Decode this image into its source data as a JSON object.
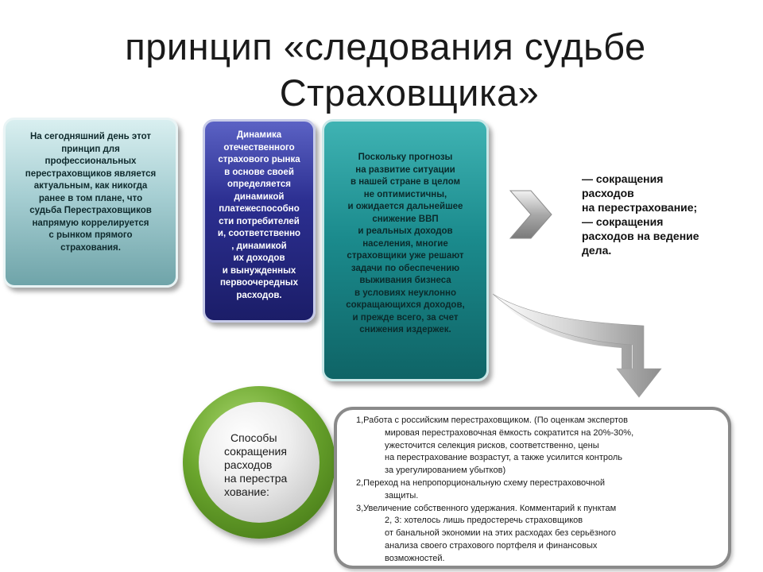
{
  "title": {
    "line1": "принцип «следования судьбе",
    "line2": "Страховщика»"
  },
  "box_left": {
    "lines": [
      "На сегодняшний день этот",
      "принцип для",
      "профессиональных",
      "перестраховщиков является",
      "актуальным, как никогда",
      "ранее в том плане, что",
      "судьба Перестраховщиков",
      "напрямую коррелируется",
      "с рынком прямого",
      "страхования."
    ]
  },
  "box_middle": {
    "lines": [
      "Динамика",
      "отечественного",
      "страхового рынка",
      "в основе своей",
      "определяется",
      "динамикой",
      "платежеспособно",
      "сти потребителей",
      "и, соответственно",
      ", динамикой",
      "их доходов",
      "и вынужденных",
      "первоочередных",
      "расходов."
    ]
  },
  "box_right": {
    "lines": [
      "Поскольку прогнозы",
      "на развитие ситуации",
      "в нашей стране в целом",
      "не оптимистичны,",
      "и ожидается дальнейшее",
      "снижение ВВП",
      "и реальных доходов",
      "населения, многие",
      "страховщики уже решают",
      "задачи по обеспечению",
      "выживания бизнеса",
      "в условиях неуклонно",
      "сокращающихся доходов,",
      "и прежде всего, за счет",
      "снижения издержек."
    ]
  },
  "results": {
    "lines": [
      "— сокращения",
      "расходов",
      "на перестрахование;",
      "— сокращения",
      "расходов на ведение",
      "дела."
    ]
  },
  "circle": {
    "lines": [
      "Способы",
      "сокращения",
      "расходов",
      "на перестра",
      "хование:"
    ]
  },
  "methods": {
    "lines": [
      "1,Работа с российским перестраховщиком. (По оценкам экспертов",
      "мировая перестраховочная ёмкость сократится на 20%-30%,",
      "ужесточится селекция рисков, соответственно, цены",
      "на перестрахование возрастут, а также усилится контроль",
      "за урегулированием убытков)",
      "2,Переход на непропорциональную схему перестраховочной",
      "защиты.",
      "3,Увеличение собственного удержания. Комментарий к пунктам",
      "2, 3: хотелось лишь предостеречь страховщиков",
      "от банальной экономии на этих расходах без серьёзного",
      "анализа своего страхового портфеля и финансовых",
      "возможностей."
    ]
  },
  "colors": {
    "box_left": "#a7cfd3",
    "box_middle": "#2c2f91",
    "box_right": "#1b8b8d",
    "circle_ring": "#6aa52d",
    "arrow": "#9a9a9a"
  }
}
